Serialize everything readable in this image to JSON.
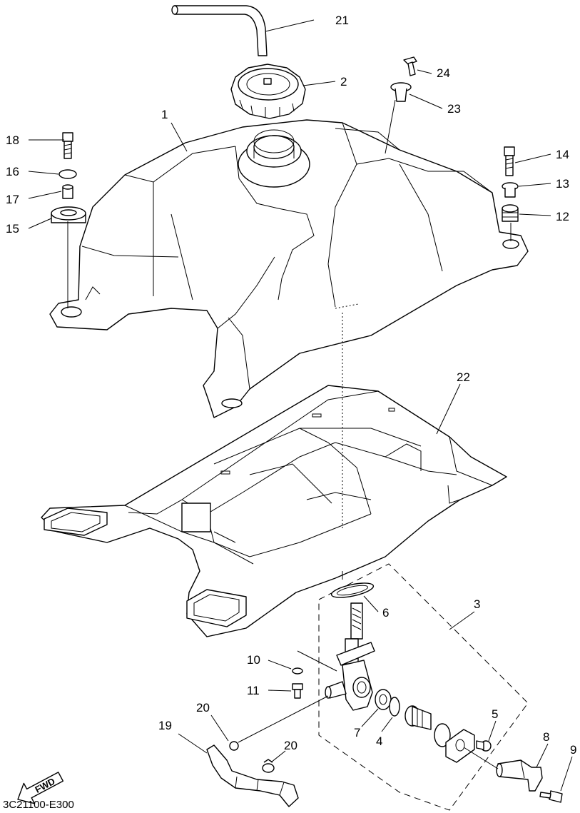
{
  "diagram": {
    "drawing_code": "3C21100-E300",
    "fwd_label": "FWD",
    "callouts": {
      "p1": "1",
      "p2": "2",
      "p3": "3",
      "p4": "4",
      "p5": "5",
      "p6": "6",
      "p7": "7",
      "p8": "8",
      "p9": "9",
      "p10": "10",
      "p11": "11",
      "p12": "12",
      "p13": "13",
      "p14": "14",
      "p15": "15",
      "p16": "16",
      "p17": "17",
      "p18": "18",
      "p19": "19",
      "p20a": "20",
      "p20b": "20",
      "p21": "21",
      "p22": "22",
      "p23": "23",
      "p24": "24"
    }
  }
}
